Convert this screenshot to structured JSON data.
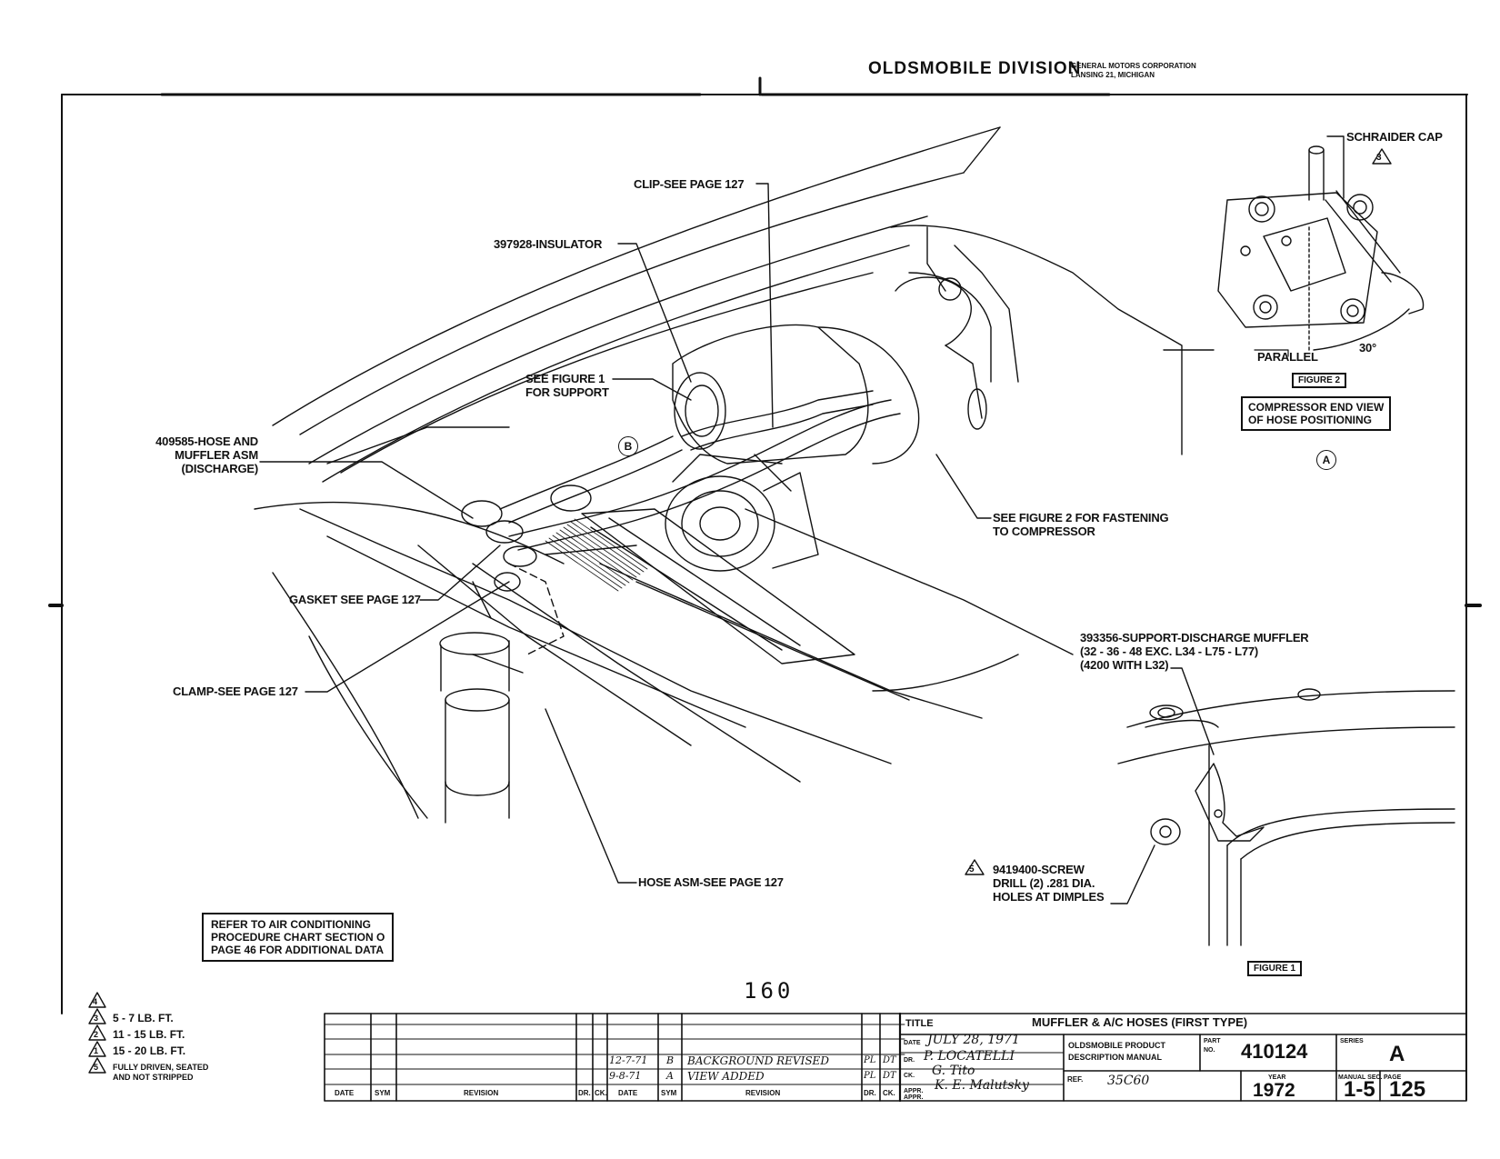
{
  "header": {
    "division": "OLDSMOBILE DIVISION",
    "corp_line1": "GENERAL MOTORS CORPORATION",
    "corp_line2": "LANSING 21, MICHIGAN"
  },
  "callouts": {
    "clip": "CLIP-SEE PAGE 127",
    "insulator": "397928-INSULATOR",
    "see_fig1_l1": "SEE FIGURE 1",
    "see_fig1_l2": "FOR SUPPORT",
    "hose_muffler_l1": "409585-HOSE AND",
    "hose_muffler_l2": "MUFFLER ASM",
    "hose_muffler_l3": "(DISCHARGE)",
    "gasket": "GASKET SEE PAGE 127",
    "clamp": "CLAMP-SEE PAGE 127",
    "hose_asm": "HOSE ASM-SEE PAGE 127",
    "see_fig2_l1": "SEE FIGURE 2 FOR FASTENING",
    "see_fig2_l2": "TO COMPRESSOR",
    "schraider": "SCHRAIDER CAP",
    "parallel": "PARALLEL",
    "angle": "30°",
    "support_l1": "393356-SUPPORT-DISCHARGE MUFFLER",
    "support_l2": "(32 - 36 - 48 EXC. L34 - L75 - L77)",
    "support_l3": "(4200 WITH L32)",
    "screw_l1": "9419400-SCREW",
    "screw_l2": "DRILL (2) .281 DIA.",
    "screw_l3": "HOLES AT DIMPLES",
    "marker_b": "B",
    "marker_a": "A",
    "triangle_3": "3",
    "triangle_5": "5"
  },
  "figure2": {
    "tag": "FIGURE 2",
    "caption_l1": "COMPRESSOR END VIEW",
    "caption_l2": "OF HOSE POSITIONING"
  },
  "figure1": {
    "tag": "FIGURE 1"
  },
  "note_box": {
    "l1": "REFER TO AIR CONDITIONING",
    "l2": "PROCEDURE CHART SECTION O",
    "l3": "PAGE 46 FOR ADDITIONAL DATA"
  },
  "page_number": "160",
  "torque": [
    {
      "num": "4",
      "text": ""
    },
    {
      "num": "3",
      "text": "5 - 7 LB. FT."
    },
    {
      "num": "2",
      "text": "11 - 15 LB. FT."
    },
    {
      "num": "1",
      "text": "15 - 20 LB. FT."
    },
    {
      "num": "5",
      "text": "FULLY DRIVEN, SEATED"
    },
    {
      "num": "",
      "text": "AND NOT STRIPPED"
    }
  ],
  "title_block": {
    "title_label": "TITLE",
    "title": "MUFFLER & A/C HOSES (FIRST TYPE)",
    "date_label": "DATE",
    "date": "JULY 28, 1971",
    "dr_label": "DR.",
    "dr": "P. LOCATELLI",
    "ck_label": "CK.",
    "ck": "G. Tito",
    "appr_label": "APPR.",
    "appr": "K. E. Malutsky",
    "appr2_label": "APPR.",
    "manual_l1": "OLDSMOBILE PRODUCT",
    "manual_l2": "DESCRIPTION MANUAL",
    "ref_label": "REF.",
    "ref": "35C60",
    "part_label": "PART",
    "no_label": "NO.",
    "part_no": "410124",
    "series_label": "SERIES",
    "series": "A",
    "year_label": "YEAR",
    "year": "1972",
    "manual_sec_label": "MANUAL SEC.",
    "manual_sec": "1-5",
    "page_label": "PAGE",
    "page": "125"
  },
  "revisions": {
    "headers": [
      "DATE",
      "SYM",
      "REVISION",
      "DR.",
      "CK.",
      "DATE",
      "SYM",
      "REVISION",
      "DR.",
      "CK."
    ],
    "rows": [
      {
        "date": "12-7-71",
        "sym": "B",
        "revision": "BACKGROUND REVISED",
        "dr": "PL",
        "ck": "DT"
      },
      {
        "date": "9-8-71",
        "sym": "A",
        "revision": "VIEW ADDED",
        "dr": "PL",
        "ck": "DT"
      }
    ]
  }
}
